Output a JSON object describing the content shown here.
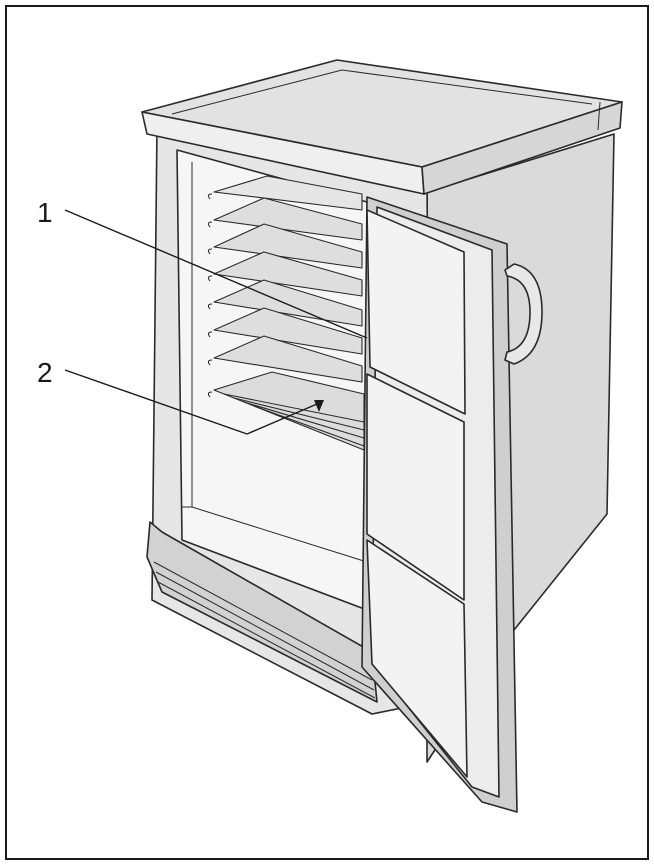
{
  "figure": {
    "callouts": [
      {
        "number": "1"
      },
      {
        "number": "2"
      }
    ]
  },
  "colors": {
    "line": "#2a2a2a",
    "outer_body": "#e4e4e4",
    "top_surface": "#e2e2e2",
    "side_face": "#dadada",
    "interior": "#f6f6f6",
    "door_panel": "#f3f3f3",
    "shelf_fill": "#dcdcdc",
    "gasket": "#cfcfcf"
  },
  "icons": [
    "refrigerator-illustration",
    "door-handle",
    "shelf-arrow"
  ]
}
